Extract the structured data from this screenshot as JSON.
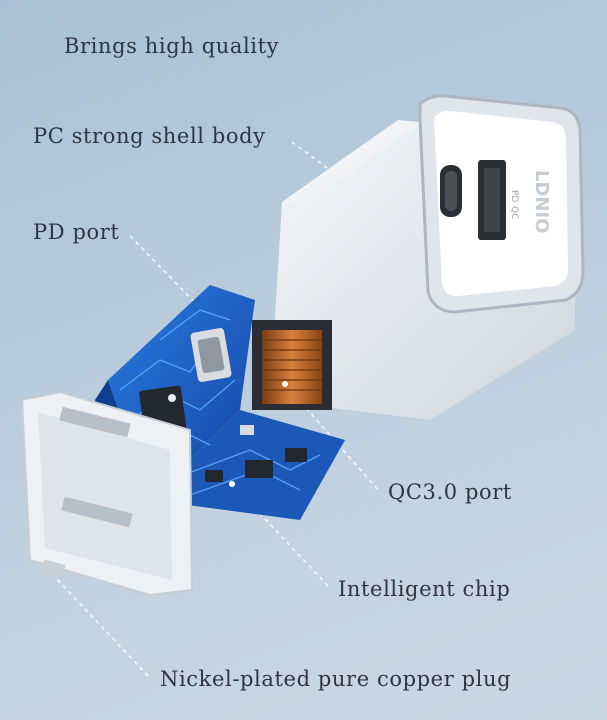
{
  "heading": "Brings high quality",
  "labels": {
    "shell": "PC strong shell body",
    "pd": "PD port",
    "qc": "QC3.0 port",
    "chip": "Intelligent chip",
    "plug": "Nickel-plated pure copper plug"
  },
  "product": {
    "brand_mark": "LDNIO",
    "port_marks": [
      "PD",
      "QC"
    ]
  },
  "colors": {
    "pcb_blue": "#1f63c7",
    "shell_white": "#f4f6f8",
    "coil_copper": "#c56a2c"
  }
}
